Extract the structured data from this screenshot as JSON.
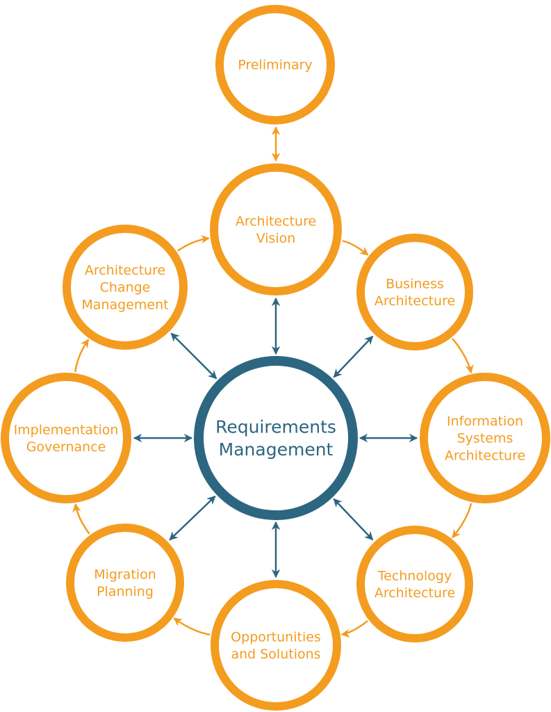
{
  "colors": {
    "orange": "#F39C1F",
    "blue": "#2D6680"
  },
  "center": {
    "id": "requirements-management",
    "lines": [
      "Requirements",
      "Management"
    ]
  },
  "phases": [
    {
      "id": "preliminary",
      "lines": [
        "Preliminary"
      ]
    },
    {
      "id": "architecture-vision",
      "lines": [
        "Architecture",
        "Vision"
      ]
    },
    {
      "id": "business-architecture",
      "lines": [
        "Business",
        "Architecture"
      ]
    },
    {
      "id": "information-systems-architecture",
      "lines": [
        "Information",
        "Systems",
        "Architecture"
      ]
    },
    {
      "id": "technology-architecture",
      "lines": [
        "Technology",
        "Architecture"
      ]
    },
    {
      "id": "opportunities-and-solutions",
      "lines": [
        "Opportunities",
        "and Solutions"
      ]
    },
    {
      "id": "migration-planning",
      "lines": [
        "Migration",
        "Planning"
      ]
    },
    {
      "id": "implementation-governance",
      "lines": [
        "Implementation",
        "Governance"
      ]
    },
    {
      "id": "architecture-change-management",
      "lines": [
        "Architecture",
        "Change",
        "Management"
      ]
    }
  ]
}
